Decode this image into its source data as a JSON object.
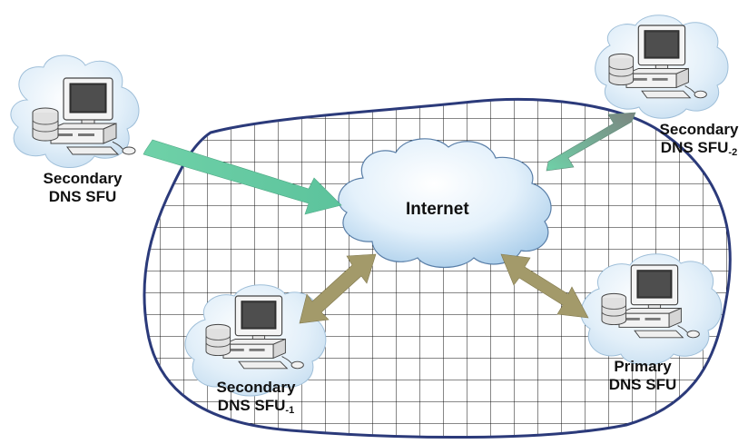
{
  "cloud": {
    "label": "Internet"
  },
  "nodes": {
    "left": {
      "line1": "Secondary",
      "line2": "DNS SFU",
      "sub": ""
    },
    "topright": {
      "line1": "Secondary",
      "line2": "DNS SFU",
      "sub": "-2"
    },
    "bottomleft": {
      "line1": "Secondary",
      "line2": "DNS SFU",
      "sub": "-1"
    },
    "bottomright": {
      "line1": "Primary",
      "line2": "DNS SFU",
      "sub": ""
    }
  },
  "colors": {
    "network_outline": "#2b3a7a",
    "grid": "#111111",
    "cloud_fill_light": "#eef6fc",
    "cloud_fill_dark": "#b9d8f0",
    "arrow_teal": "#6fd1a8",
    "arrow_khaki": "#a39a6a",
    "arrow_gray": "#7f8f8a"
  },
  "icons": [
    "computer-icon",
    "cloud-icon"
  ]
}
